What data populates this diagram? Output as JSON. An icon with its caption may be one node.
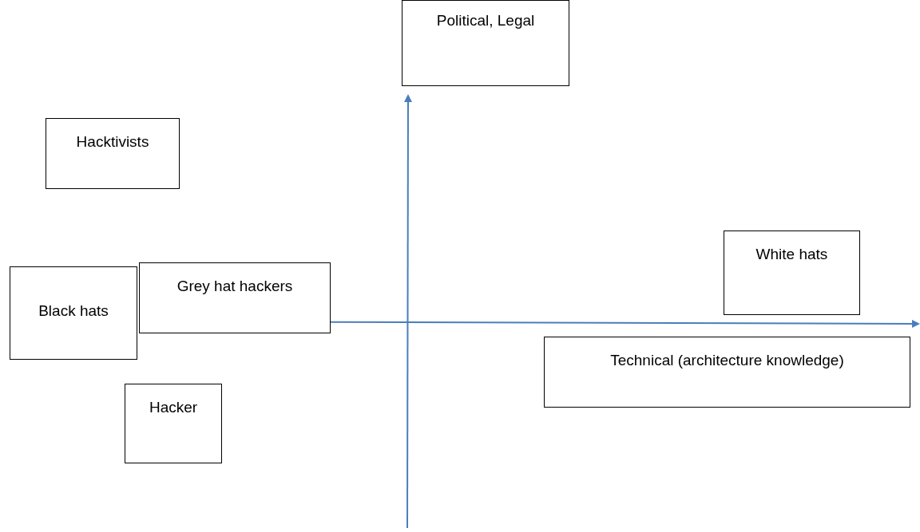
{
  "diagram": {
    "nodes": [
      {
        "text": [
          "Political, Legal"
        ]
      },
      {
        "text": [
          "Hacktivists"
        ]
      },
      {
        "text": [
          "White hats"
        ]
      },
      {
        "text": [
          "Grey hat hackers"
        ]
      },
      {
        "text": [
          "Black hats"
        ]
      },
      {
        "text": [
          "Technical (architecture knowledge)"
        ]
      },
      {
        "text": [
          "Hacker"
        ]
      }
    ],
    "edges": [
      {
        "from": 3,
        "to": 5,
        "arrow": "to"
      }
    ]
  }
}
